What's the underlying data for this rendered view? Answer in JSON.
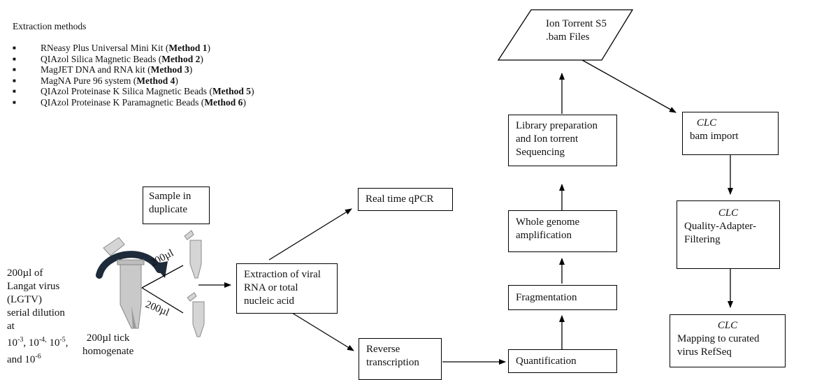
{
  "extraction": {
    "title": "Extraction methods",
    "items": [
      {
        "text": "RNeasy Plus Universal Mini Kit  (",
        "method": "Method 1",
        "close": ")"
      },
      {
        "text": "QIAzol Silica Magnetic Beads  (",
        "method": "Method 2",
        "close": ")"
      },
      {
        "text": "MagJET DNA and RNA kit (",
        "method": "Method 3",
        "close": ")"
      },
      {
        "text": "MagNA Pure 96 system (",
        "method": "Method 4",
        "close": ")"
      },
      {
        "text": "QIAzol Proteinase K Silica Magnetic Beads (",
        "method": "Method 5",
        "close": ")"
      },
      {
        "text": "QIAzol Proteinase K  Paramagnetic Beads (",
        "method": "Method 6",
        "close": ")"
      }
    ]
  },
  "left": {
    "sample_lines": [
      "200µl of",
      "Langat virus",
      "(LGTV)",
      "serial dilution",
      "at"
    ],
    "dilutions": {
      "base": "10",
      "e1": "-3",
      "e2": "-4,",
      "e3": "-5",
      "and": "and 10",
      "e4": "-6"
    },
    "tick_lines": [
      "200µl tick",
      "homogenate"
    ],
    "duplicate_lines": [
      "Sample in",
      "duplicate"
    ],
    "vol_top": "200µl",
    "vol_bottom": "200µl"
  },
  "boxes": {
    "extraction_lines": [
      "Extraction of viral",
      "RNA or total",
      "nucleic acid"
    ],
    "qpcr": "Real time  qPCR",
    "rt_lines": [
      "Reverse",
      "transcription"
    ],
    "quant": "Quantification",
    "frag": "Fragmentation",
    "wga_lines": [
      "Whole genome",
      "amplification"
    ],
    "lib_lines": [
      "Library preparation",
      "and Ion torrent",
      "Sequencing"
    ],
    "ion_lines": [
      "Ion Torrent S5",
      ".bam Files"
    ]
  },
  "clc": {
    "tag": "CLC",
    "import": "bam import",
    "filter_lines": [
      "Quality-Adapter-",
      "Filtering"
    ],
    "map_lines": [
      "Mapping to curated",
      "virus RefSeq"
    ]
  }
}
